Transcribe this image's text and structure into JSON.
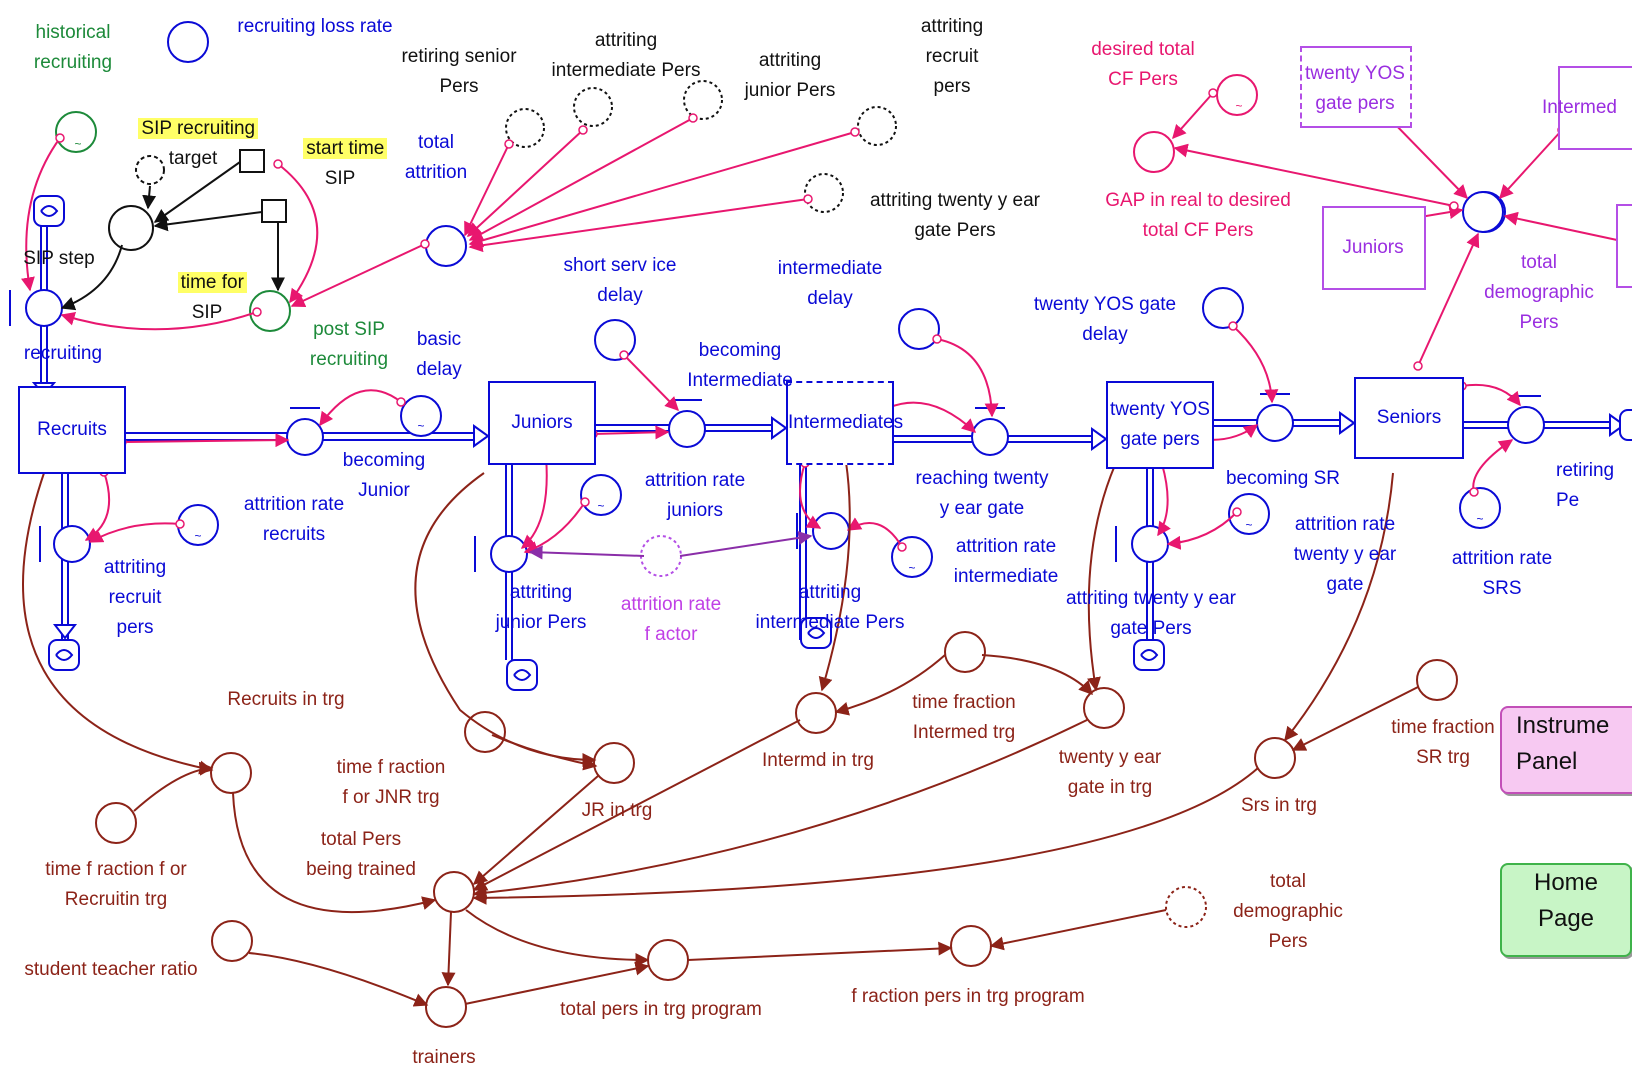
{
  "labels": {
    "historical_recruiting": "historical\nrecruiting",
    "recruiting_loss_rate": "recruiting loss rate",
    "retiring_senior_pers": "retiring senior\nPers",
    "attriting_intermediate_pers_top": "attriting\nintermediate Pers",
    "attriting_junior_pers_top": "attriting\njunior Pers",
    "attriting_recruit_pers_top": "attriting\nrecruit\npers",
    "sip_recruiting_target_1": "SIP recruiting",
    "sip_recruiting_target_2": "target",
    "start_time_sip_1": "start time",
    "start_time_sip_2": "SIP",
    "total_attrition": "total\nattrition",
    "attriting_twenty_year_gate_pers_top": "attriting twenty y ear\ngate Pers",
    "sip_step": "SIP step",
    "time_for_sip_1": "time for",
    "time_for_sip_2": "SIP",
    "recruiting": "recruiting",
    "post_sip_recruiting": "post SIP\nrecruiting",
    "basic_delay": "basic\ndelay",
    "short_service_delay": "short serv ice\ndelay",
    "becoming_intermediate": "becoming\nIntermediate",
    "intermediate_delay": "intermediate\ndelay",
    "twenty_yos_gate_delay": "twenty YOS gate\ndelay",
    "desired_total_cf_pers": "desired total\nCF Pers",
    "gap_in_real": "GAP in real to desired\ntotal CF Pers",
    "twenty_yos_gate_pers_shadow": "twenty YOS\ngate pers",
    "intermediates_shadow": "Intermed",
    "juniors_shadow": "Juniors",
    "total_demographic_pers_top": "total\ndemographic\nPers",
    "becoming_junior": "becoming\nJunior",
    "attrition_rate_recruits": "attrition rate\nrecruits",
    "attriting_recruit_pers": "attriting\nrecruit\npers",
    "attrition_rate_juniors": "attrition rate\njuniors",
    "attriting_junior_pers": "attriting\njunior Pers",
    "attrition_rate_factor": "attrition rate\nf actor",
    "attriting_intermediate_pers": "attriting\nintermediate Pers",
    "reaching_twenty_year_gate": "reaching twenty\ny ear gate",
    "attrition_rate_intermediate": "attrition rate\nintermediate",
    "attriting_twenty_year_gate_pers": "attriting twenty y ear\ngate Pers",
    "becoming_sr": "becoming SR",
    "attrition_rate_twenty_year_gate": "attrition rate\ntwenty y ear\ngate",
    "attrition_rate_srs": "attrition rate\nSRS",
    "retiring_pers_cut": "retiring\nPe",
    "recruits_in_trg": "Recruits in trg",
    "time_fraction_intermed_trg": "time fraction\nIntermed trg",
    "time_fraction_sr_trg": "time fraction\nSR trg",
    "time_fraction_for_jnr_trg": "time f raction\nf or JNR trg",
    "intermd_in_trg": "Intermd in trg",
    "twenty_year_gate_in_trg": "twenty y ear\ngate in trg",
    "jr_in_trg": "JR in trg",
    "srs_in_trg": "Srs in trg",
    "total_pers_being_trained": "total Pers\nbeing trained",
    "time_fraction_for_recruitin_trg": "time f raction f or\nRecruitin trg",
    "total_demographic_pers_bottom": "total\ndemographic\nPers",
    "student_teacher_ratio": "student teacher ratio",
    "fraction_pers_in_trg_program": "f raction pers in trg program",
    "total_pers_in_trg_program": "total pers in trg program",
    "trainers": "trainers"
  },
  "stocks": {
    "recruits": "Recruits",
    "juniors": "Juniors",
    "intermediates": "Intermediates",
    "twenty_yos_gate_pers": "twenty YOS\ngate pers",
    "seniors": "Seniors"
  },
  "buttons": {
    "instrument_panel": "Instrume\nPanel",
    "home_page": "Home\nPage"
  },
  "colors": {
    "stock_flow": "#0a0ad6",
    "link": "#e8176f",
    "training_link": "#8c2318",
    "shadow_variable": "#b44fe6",
    "highlight": "#ffff66"
  }
}
